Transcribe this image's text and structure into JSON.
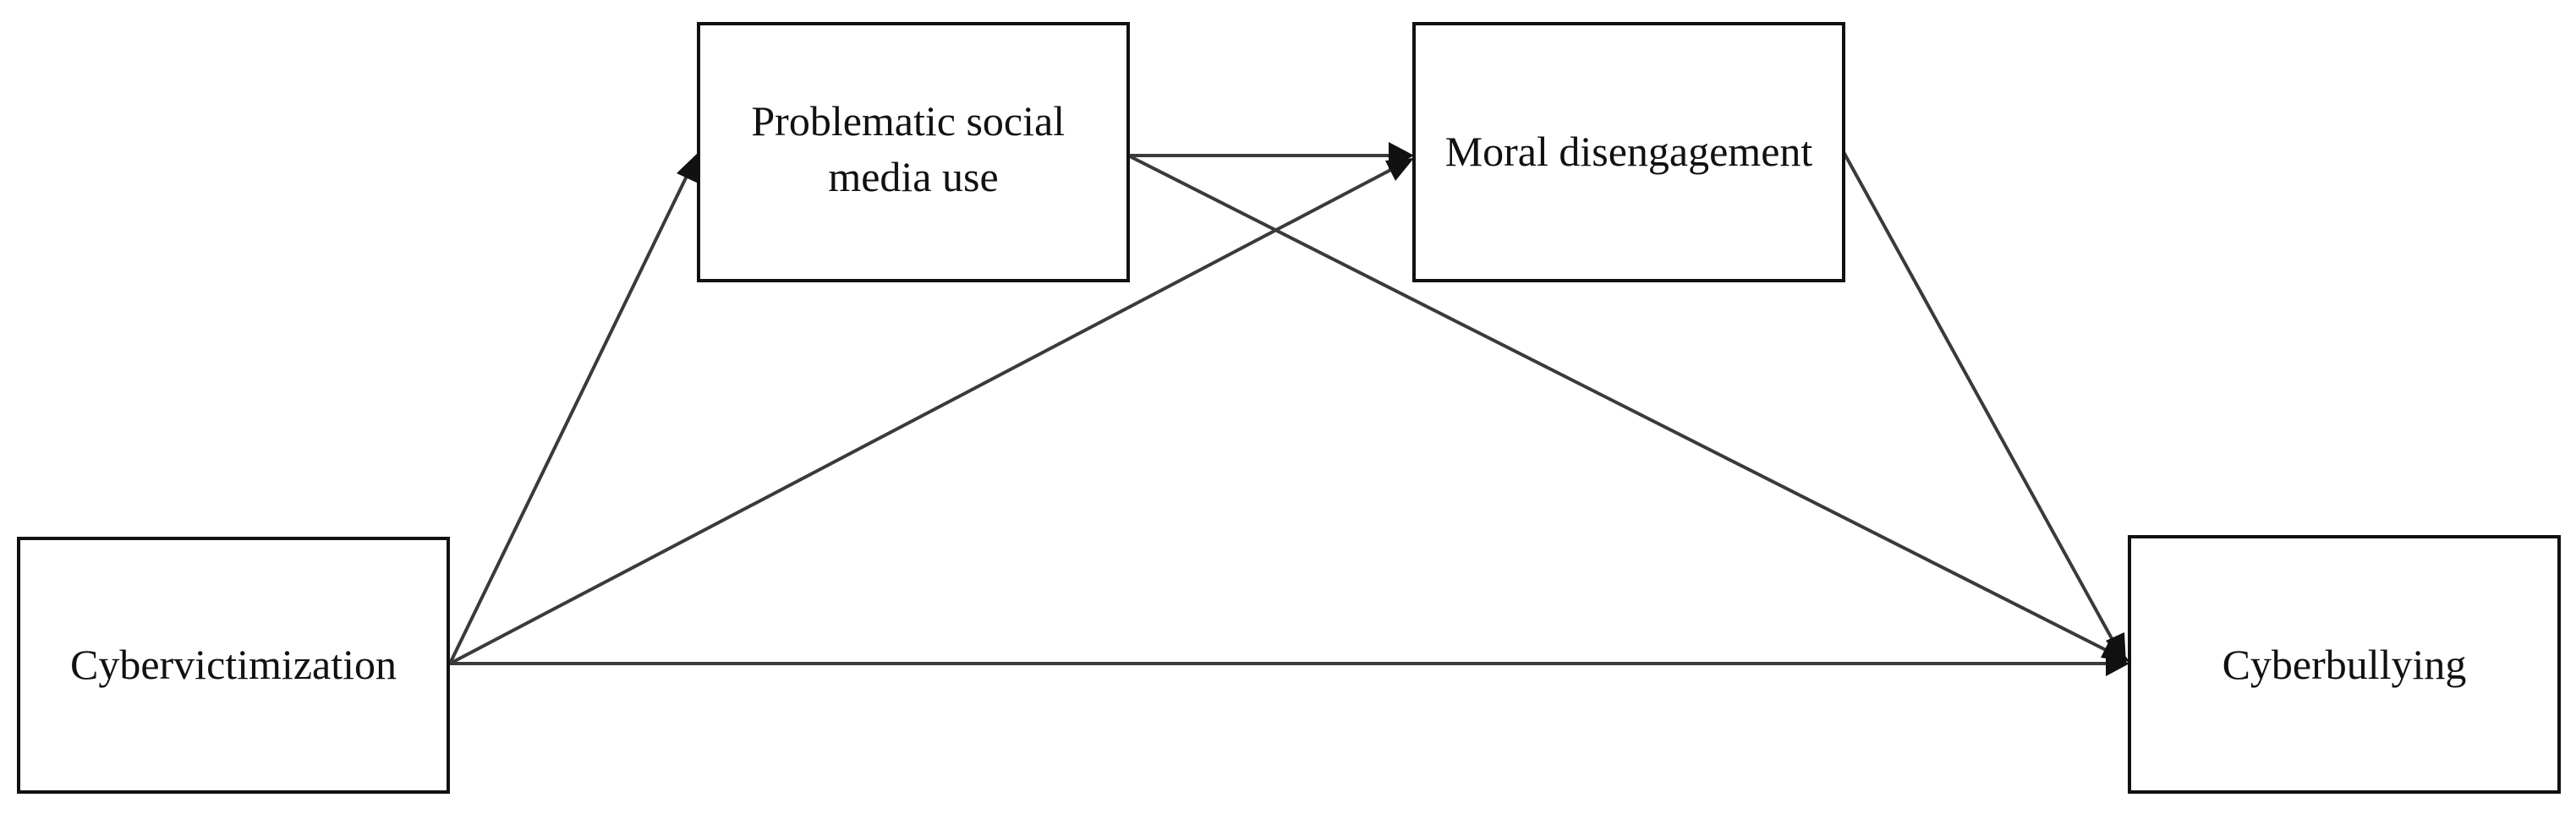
{
  "nodes": {
    "cybervictimization": {
      "label": "Cybervictimization"
    },
    "problematic_use": {
      "lines": [
        "Problematic social",
        "media use"
      ]
    },
    "moral_disengagement": {
      "label": "Moral disengagement"
    },
    "cyberbullying": {
      "label": "Cyberbullying"
    }
  },
  "edges": [
    {
      "from": "Cybervictimization",
      "to": "Problematic social media use"
    },
    {
      "from": "Cybervictimization",
      "to": "Moral disengagement"
    },
    {
      "from": "Cybervictimization",
      "to": "Cyberbullying"
    },
    {
      "from": "Problematic social media use",
      "to": "Moral disengagement"
    },
    {
      "from": "Problematic social media use",
      "to": "Cyberbullying"
    },
    {
      "from": "Moral disengagement",
      "to": "Cyberbullying"
    }
  ]
}
